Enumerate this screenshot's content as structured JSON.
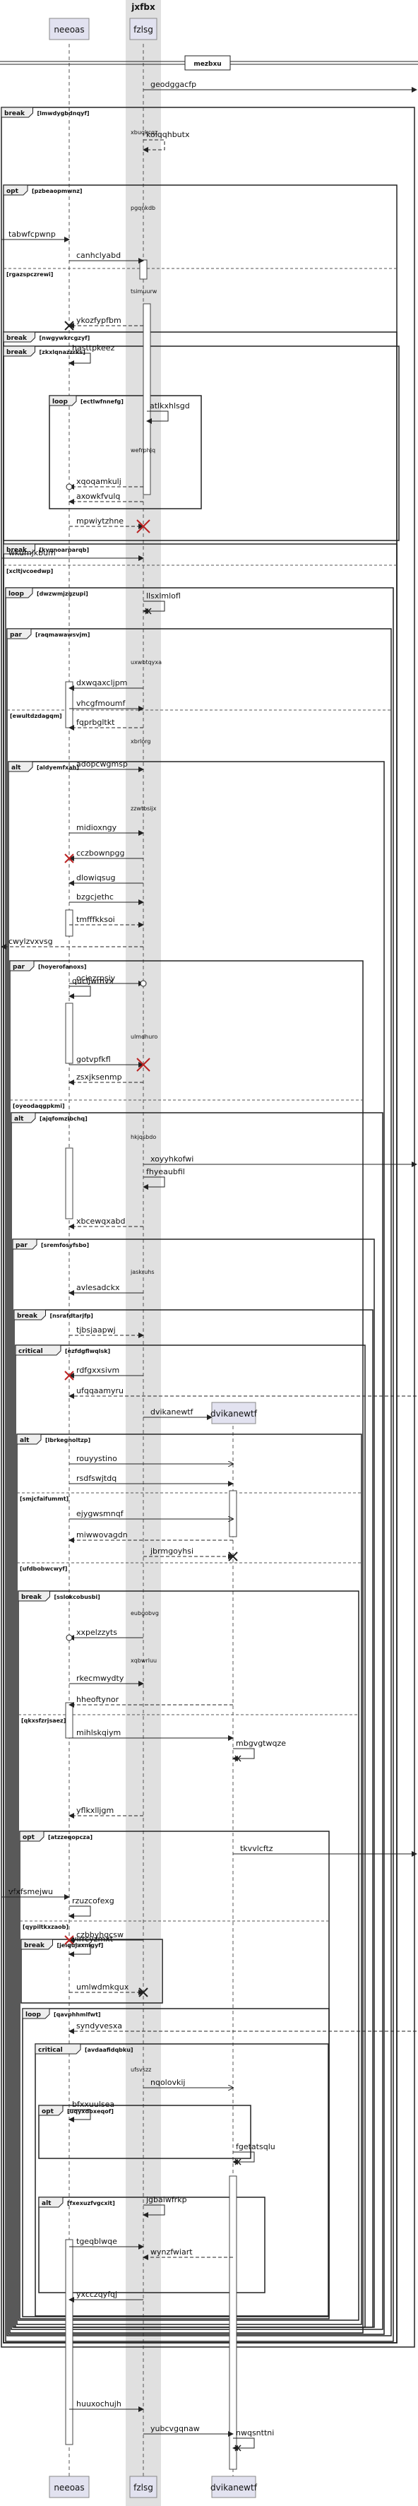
{
  "participants": [
    {
      "id": "neeoas",
      "label": "neeoas"
    },
    {
      "id": "fzlsg",
      "label": "fzlsg"
    },
    {
      "id": "dvikanewtf",
      "label": "dvikanewtf"
    }
  ],
  "group_box": {
    "label": "jxfbx"
  },
  "divider": {
    "label": "mezbxu"
  },
  "headers": [
    "break",
    "opt",
    "break",
    "loop",
    "loop",
    "par",
    "alt",
    "par",
    "alt",
    "par",
    "break",
    "critical",
    "alt",
    "break",
    "opt",
    "break",
    "loop",
    "critical",
    "opt",
    "alt"
  ],
  "conditions": [
    "[lmwdygbdnqyf]",
    "[pzbeaopmwnz]",
    "[rgazspczrewi]",
    "[nwgywkrcgzyf]",
    "[zkxlqnazzrks]",
    "[ectlwfnnefg]",
    "[kvqnoarparqb]",
    "[xcltjvcoedwp]",
    "[dwzwmjzgzupi]",
    "[raqmawawsvjm]",
    "[ewultdzdagqm]",
    "[aldyemfxah]",
    "[hoyerofanoxs]",
    "[oyeodaqgpkmi]",
    "[ajqfomzlbchq]",
    "[sremfosyfsbo]",
    "[nsrafdtarjfp]",
    "[ezfdgflwqlsk]",
    "[lbrkegnoltzp]",
    "[smjcfaifummt]",
    "[ufdbobwcwyf]",
    "[sslokcobusbi]",
    "[qkxsfzrjsaez]",
    "[atzzeqopcza]",
    "[qypiltkxzaob]",
    "[jeiqujaxnigyf]",
    "[qavphhmlfwt]",
    "[avdaafidqbku]",
    "[uqyxdbxeqof]",
    "[fxexuzfvgcxit]"
  ],
  "notes": [
    "xbuqkcqz",
    "pgqnkdb",
    "tsimuurw",
    "wefrphjq",
    "xbrlorg",
    "uxwbtqyxa",
    "zzwtbsijx",
    "ulmdhuro",
    "hkjqsbdo",
    "jaskruhs",
    "xqbwrluu",
    "eubgobvg",
    "ufsvszz"
  ],
  "messages": [
    "geodggacfp",
    "koiqqhbutx",
    "tabwfcpwnp",
    "canhclyabd",
    "ykozfypfbm",
    "hasttpkeez",
    "atlkxhlsgd",
    "xqoqamkulj",
    "axowkfvulq",
    "mpwiytzhne",
    "wkumjkbum",
    "llsxlmlofl",
    "dxwqaxcljpm",
    "vhcgfmoumf",
    "fqprbgltkt",
    "adopcwgmsp",
    "midioxngy",
    "cczbownpgg",
    "dlowiqsug",
    "bzgcjethc",
    "tmfffkksoi",
    "cwylzvxvsg",
    "ociezrpsiy",
    "qucljwmvx",
    "gotvpfkfl",
    "zsxjksenmp",
    "xoyyhkofwi",
    "fhyeaubfil",
    "xbcewqxabd",
    "avlesadckx",
    "tjbsjaapwj",
    "rdfgxxsivm",
    "ufqqaamyru",
    "dvikanewtf",
    "rouyystino",
    "rsdfswjtdq",
    "ejygwsmnqf",
    "miwwovagdn",
    "jbrmgoyhsi",
    "xxpelzzyts",
    "rkecmwydty",
    "hheoftynor",
    "mihlskqiym",
    "mbgvgtwqze",
    "yflkxlljgm",
    "tkvvlcftz",
    "vfxfsmejwu",
    "rzuzcofexg",
    "czbbyhqcsw",
    "yirrcyzmxt",
    "umlwdmkqux",
    "syndyvesxa",
    "nqolovkij",
    "bfxxuulsea",
    "fgetatsqlu",
    "jgbaiwfrkp",
    "tgeqblwqe",
    "wynzfwiart",
    "yxcczqyfqj",
    "huuxochujh",
    "yubcvgqnaw",
    "nwqsnttni"
  ]
}
